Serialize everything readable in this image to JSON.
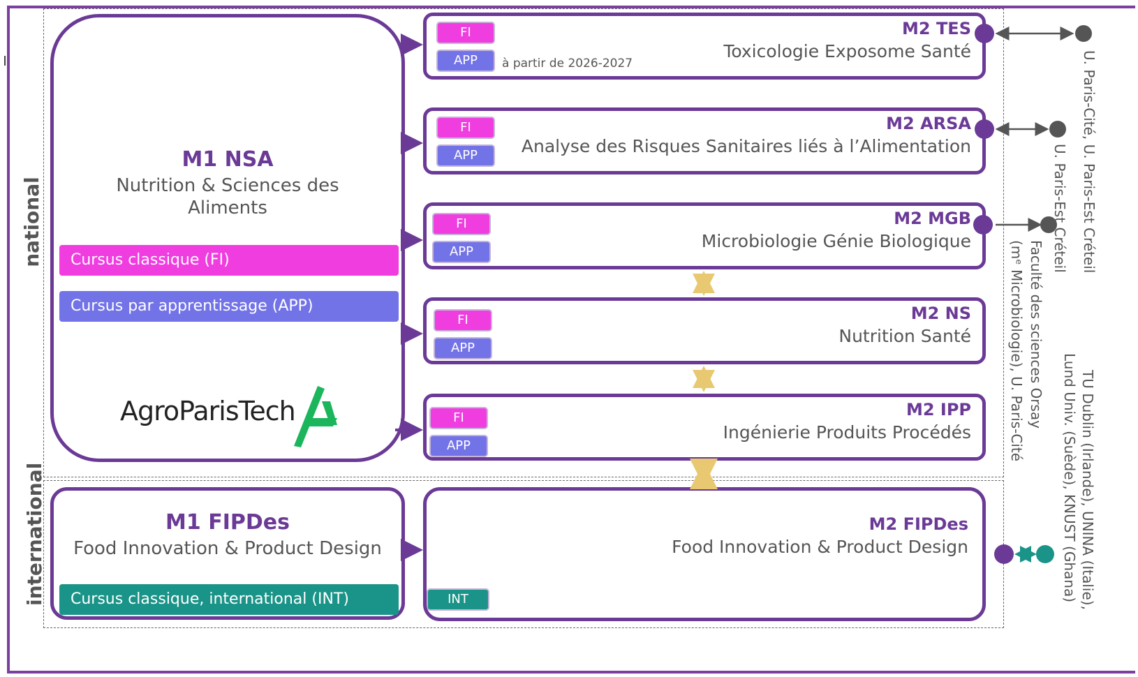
{
  "bands": {
    "national": "national",
    "international": "international"
  },
  "m1_nsa": {
    "code": "M1 NSA",
    "name_line1": "Nutrition & Sciences des",
    "name_line2": "Aliments",
    "bar_fi": "Cursus classique (FI)",
    "bar_app": "Cursus par apprentissage (APP)",
    "logo_text": "AgroParisTech"
  },
  "m1_fipdes": {
    "code": "M1 FIPDes",
    "name": "Food Innovation & Product Design",
    "bar_int": "Cursus classique, international (INT)"
  },
  "chips": {
    "fi": "FI",
    "app": "APP",
    "int": "INT"
  },
  "m2": [
    {
      "code": "M2 TES",
      "name": "Toxicologie Exposome Santé",
      "note": "à partir de 2026-2027"
    },
    {
      "code": "M2 ARSA",
      "name": "Analyse des Risques Sanitaires liés à l’Alimentation"
    },
    {
      "code": "M2 MGB",
      "name": "Microbiologie Génie Biologique"
    },
    {
      "code": "M2 NS",
      "name": "Nutrition Santé"
    },
    {
      "code": "M2 IPP",
      "name": "Ingénierie Produits Procédés"
    },
    {
      "code": "M2 FIPDes",
      "name": "Food Innovation & Product Design"
    }
  ],
  "partners": {
    "tes": "U. Paris-Cité, U. Paris-Est Créteil",
    "arsa": "U. Paris-Est Créteil",
    "mgb_line1": "Faculté des sciences Orsay",
    "mgb_line2": "(mᵉ Microbiologie), U. Paris-Cité",
    "fipdes_line1": "TU Dublin (Irlande), UNINA (Italie),",
    "fipdes_line2": "Lund Univ. (Suède), KNUST (Ghana)"
  },
  "colors": {
    "purple": "#6b3a96",
    "fi": "#f03de0",
    "app": "#7373e8",
    "int": "#1a9488",
    "partner_dot": "#555555",
    "fipdes_partner_dot": "#1a9488",
    "link_arrow": "#e8c870",
    "logo_green": "#1bb55c"
  },
  "icons": [
    "arrow-right-icon",
    "double-arrow-icon",
    "agroparistech-logo-icon"
  ]
}
